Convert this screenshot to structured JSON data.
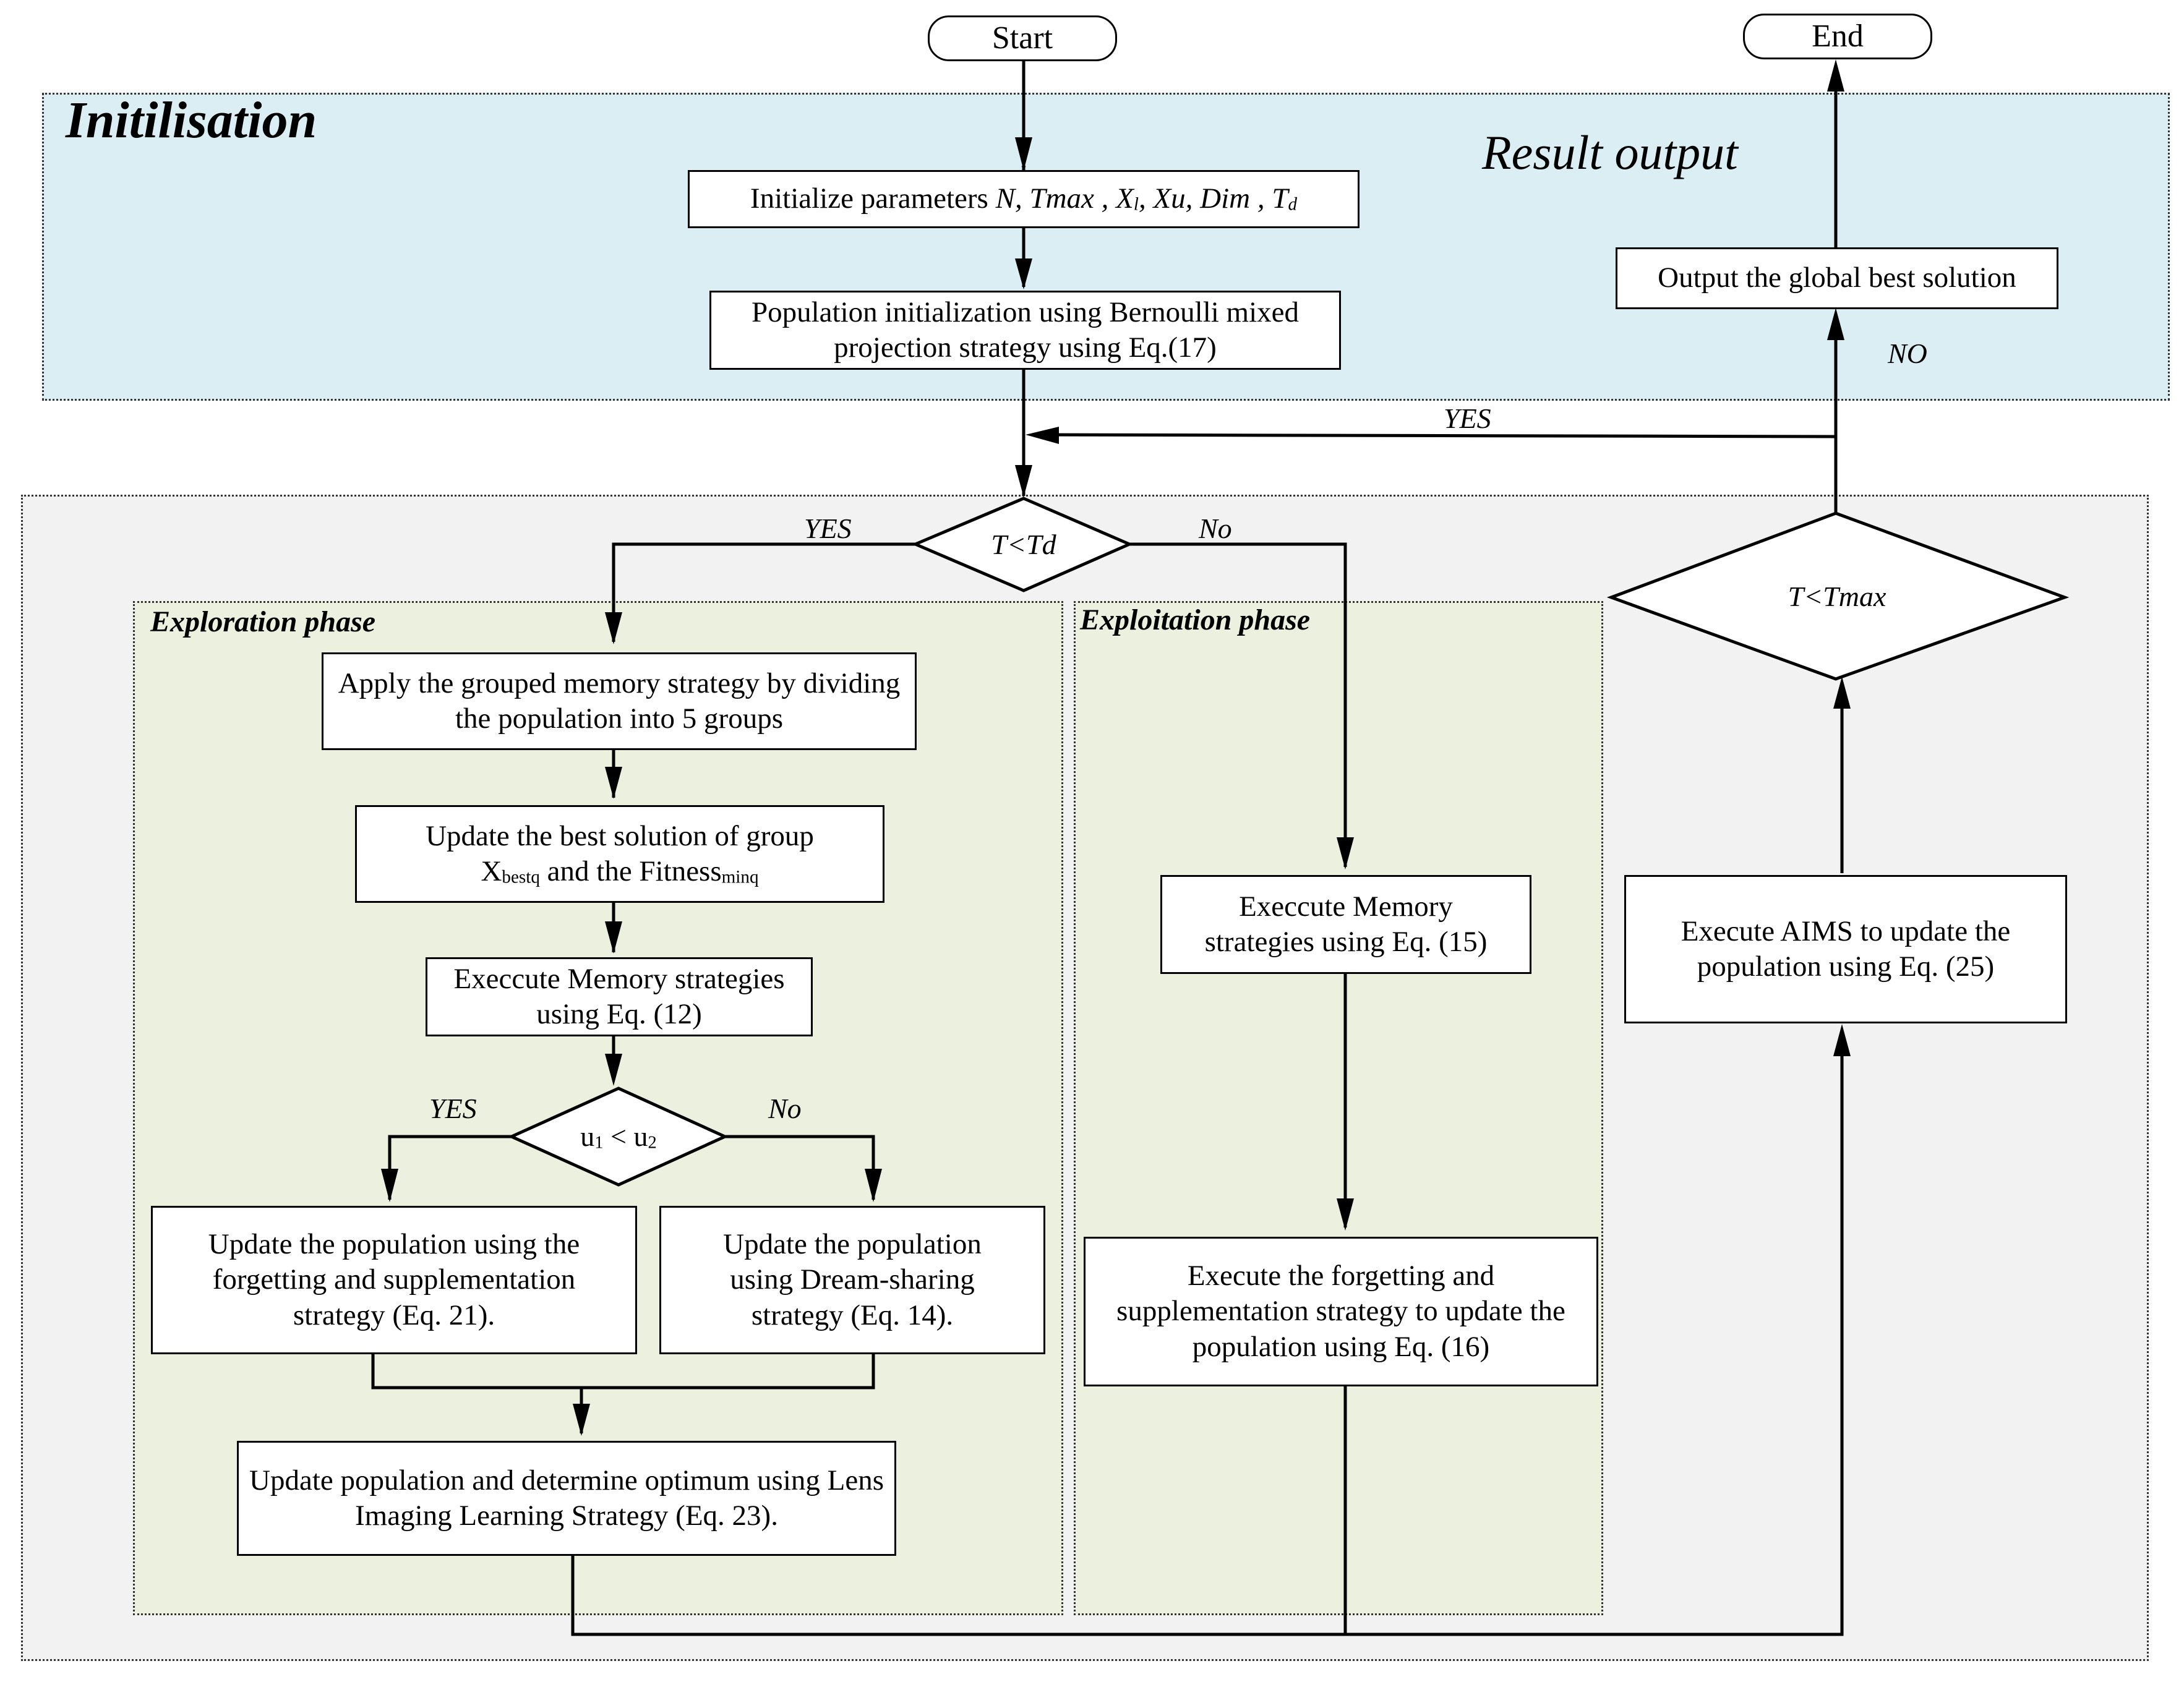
{
  "labels": {
    "initialisation": "Initilisation",
    "result_output": "Result output",
    "exploration": "Exploration phase",
    "exploitation": "Exploitation phase"
  },
  "terminals": {
    "start": "Start",
    "end": "End"
  },
  "init": {
    "prefix": "Initialize parameters ",
    "p_n": "N, Tmax , X",
    "p_l": "l",
    "p_mid": ", Xu, Dim , T",
    "p_d": "d"
  },
  "boxes": {
    "population_init": "Population initialization using Bernoulli mixed projection strategy using Eq.(17)",
    "output_best": "Output the global best solution",
    "grouped_memory": "Apply the grouped memory strategy by dividing the population into 5 groups",
    "best_group_line1": "Update the best solution of group",
    "best_group_x": "X",
    "best_group_xsub": "bestq",
    "best_group_and": " and the Fitness",
    "best_group_fsub": "minq",
    "memory_12": "Execcute Memory strategies using Eq. (12)",
    "forget_21": "Update the population using the forgetting and supplementation strategy (Eq. 21).",
    "dream_14": "Update the population using Dream-sharing strategy (Eq. 14).",
    "lens_23": "Update population and determine optimum using Lens Imaging Learning Strategy (Eq. 23).",
    "memory_15": "Execcute Memory strategies using Eq. (15)",
    "forget_16": "Execute the forgetting and supplementation strategy to update the population using Eq. (16)",
    "aims_25": "Execute AIMS to update the population using Eq. (25)"
  },
  "decisions": {
    "t_td": "T<Td",
    "t_tmax": "T<Tmax",
    "u_a": "u",
    "u_a_sub": "1",
    "u_op": " < u",
    "u_b_sub": "2"
  },
  "arrow_labels": {
    "no_upper": "NO",
    "yes_loop": "YES",
    "yes_td": "YES",
    "no_td": "No",
    "yes_u": "YES",
    "no_u": "No"
  },
  "colors": {
    "init_fill": "#daeef3",
    "main_fill": "#f2f2f2",
    "phase_fill": "#ebf1de",
    "line": "#000000"
  }
}
